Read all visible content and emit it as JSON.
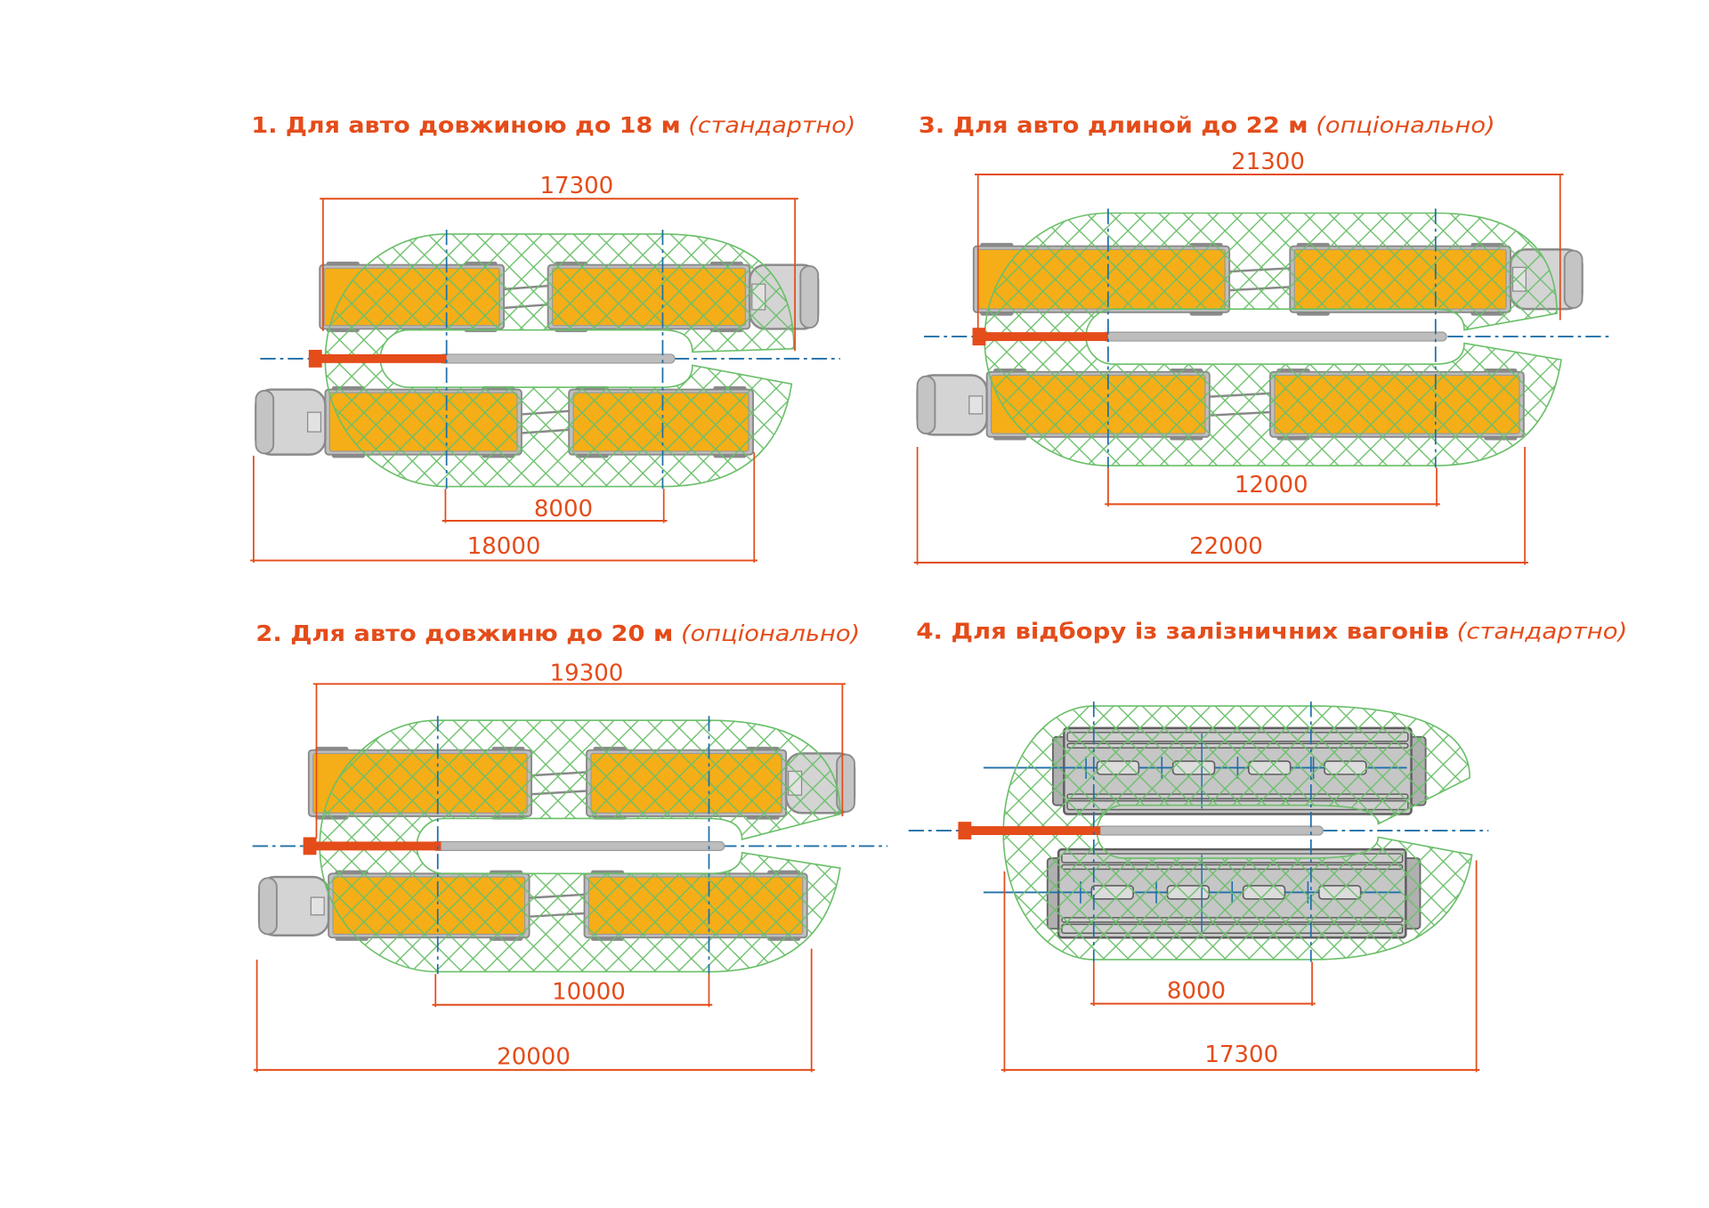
{
  "colors": {
    "accent": "#e44c1a",
    "load": "#f5ae17",
    "zone": "#6abf69",
    "axis": "#1f6fa8",
    "vehicle": "#bfbfbf"
  },
  "diagrams": [
    {
      "title_bold": "1. Для авто довжиною до 18 м",
      "title_italic": "(стандартно)",
      "dim_top": "17300",
      "dim_mid": "8000",
      "dim_bottom": "18000"
    },
    {
      "title_bold": "2. Для авто довжиню до 20 м",
      "title_italic": "(опціонально)",
      "dim_top": "19300",
      "dim_mid": "10000",
      "dim_bottom": "20000"
    },
    {
      "title_bold": "3. Для авто длиной до 22 м",
      "title_italic": "(опціонально)",
      "dim_top": "21300",
      "dim_mid": "12000",
      "dim_bottom": "22000"
    },
    {
      "title_bold": "4. Для відбору із залізничних вагонів",
      "title_italic": "(стандартно)",
      "dim_mid": "8000",
      "dim_bottom": "17300"
    }
  ]
}
